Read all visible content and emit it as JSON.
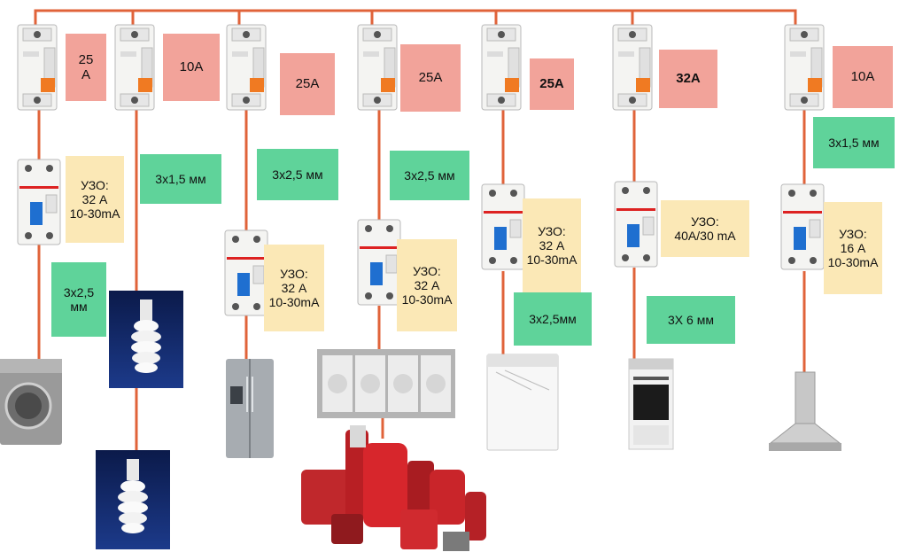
{
  "colors": {
    "wire": "#e0633a",
    "breaker_label_bg": "#f2a39a",
    "cable_label_bg": "#5fd39a",
    "rcd_label_bg": "#fbe8b6"
  },
  "branches": [
    {
      "breaker": "25\nA",
      "rcd": "УЗО:\n32 A\n10-30mA",
      "cable": "3х2,5\nмм",
      "appliance": "washing-machine"
    },
    {
      "breaker": "10A",
      "cable": "3х1,5 мм",
      "appliance": "energy-saving-lamps"
    },
    {
      "breaker": "25A",
      "cable": "3х2,5 мм",
      "rcd": "УЗО:\n32 A\n10-30mA",
      "appliance": "refrigerator"
    },
    {
      "breaker": "25A",
      "cable": "3х2,5 мм",
      "rcd": "УЗО:\n32 A\n10-30mA",
      "appliance": "socket-block-and-kitchen-appliances"
    },
    {
      "breaker": "25A",
      "rcd": "УЗО:\n32 A\n10-30mA",
      "cable": "3х2,5мм",
      "appliance": "dishwasher"
    },
    {
      "breaker": "32A",
      "rcd": "УЗО:\n40A/30 mA",
      "cable": "3Х 6 мм",
      "appliance": "electric-stove"
    },
    {
      "breaker": "10A",
      "cable": "3х1,5 мм",
      "rcd": "УЗО:\n16 A\n10-30mA",
      "appliance": "cooker-hood"
    }
  ]
}
